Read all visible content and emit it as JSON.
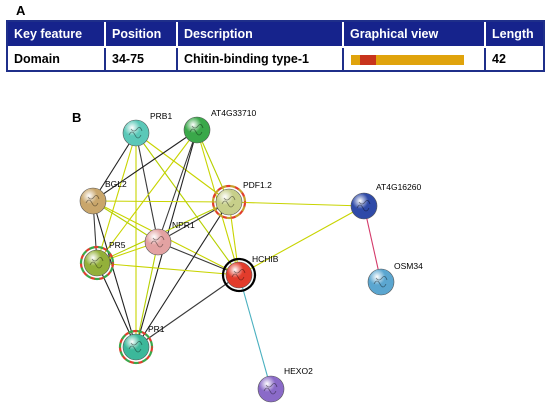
{
  "panel_a": {
    "letter": "A",
    "headers": {
      "key_feature": "Key feature",
      "position": "Position",
      "description": "Description",
      "graphical_view": "Graphical view",
      "length": "Length"
    },
    "row": {
      "key_feature": "Domain",
      "position": "34-75",
      "description": "Chitin-binding type-1",
      "length": "42"
    },
    "colors": {
      "header_bg": "#16238c",
      "bar": "#e0a30c",
      "domain_highlight": "#c8341c"
    }
  },
  "panel_b": {
    "letter": "B",
    "nodes": [
      {
        "id": "PRB1",
        "label": "PRB1",
        "color": "#5bc8b8"
      },
      {
        "id": "AT4G33710",
        "label": "AT4G33710",
        "color": "#3aa84a"
      },
      {
        "id": "BGL2",
        "label": "BGL2",
        "color": "#c9a66b"
      },
      {
        "id": "PDF1.2",
        "label": "PDF1.2",
        "color": "#c7cf8a"
      },
      {
        "id": "AT4G16260",
        "label": "AT4G16260",
        "color": "#2f4aa8"
      },
      {
        "id": "NPR1",
        "label": "NPR1",
        "color": "#e3a2a2"
      },
      {
        "id": "PR5",
        "label": "PR5",
        "color": "#93b03a"
      },
      {
        "id": "HCHIB",
        "label": "HCHIB",
        "color": "#e23c2c"
      },
      {
        "id": "OSM34",
        "label": "OSM34",
        "color": "#5ba6d0"
      },
      {
        "id": "PR1",
        "label": "PR1",
        "color": "#3cb89a"
      },
      {
        "id": "HEXO2",
        "label": "HEXO2",
        "color": "#8a6ac8"
      }
    ],
    "edges": [
      [
        "PRB1",
        "PDF1.2"
      ],
      [
        "PRB1",
        "BGL2"
      ],
      [
        "PRB1",
        "PR5"
      ],
      [
        "PRB1",
        "NPR1"
      ],
      [
        "PRB1",
        "HCHIB"
      ],
      [
        "PRB1",
        "PR1"
      ],
      [
        "AT4G33710",
        "BGL2"
      ],
      [
        "AT4G33710",
        "PR5"
      ],
      [
        "AT4G33710",
        "NPR1"
      ],
      [
        "AT4G33710",
        "PDF1.2"
      ],
      [
        "AT4G33710",
        "HCHIB"
      ],
      [
        "AT4G33710",
        "PR1"
      ],
      [
        "BGL2",
        "PDF1.2"
      ],
      [
        "BGL2",
        "PR5"
      ],
      [
        "BGL2",
        "NPR1"
      ],
      [
        "BGL2",
        "HCHIB"
      ],
      [
        "BGL2",
        "PR1"
      ],
      [
        "PDF1.2",
        "AT4G16260"
      ],
      [
        "PDF1.2",
        "NPR1"
      ],
      [
        "PDF1.2",
        "PR5"
      ],
      [
        "PDF1.2",
        "HCHIB"
      ],
      [
        "PDF1.2",
        "PR1"
      ],
      [
        "NPR1",
        "PR5"
      ],
      [
        "NPR1",
        "HCHIB"
      ],
      [
        "NPR1",
        "PR1"
      ],
      [
        "PR5",
        "HCHIB"
      ],
      [
        "PR5",
        "PR1"
      ],
      [
        "HCHIB",
        "AT4G16260"
      ],
      [
        "HCHIB",
        "PR1"
      ],
      [
        "HCHIB",
        "HEXO2"
      ],
      [
        "AT4G16260",
        "OSM34"
      ]
    ]
  }
}
